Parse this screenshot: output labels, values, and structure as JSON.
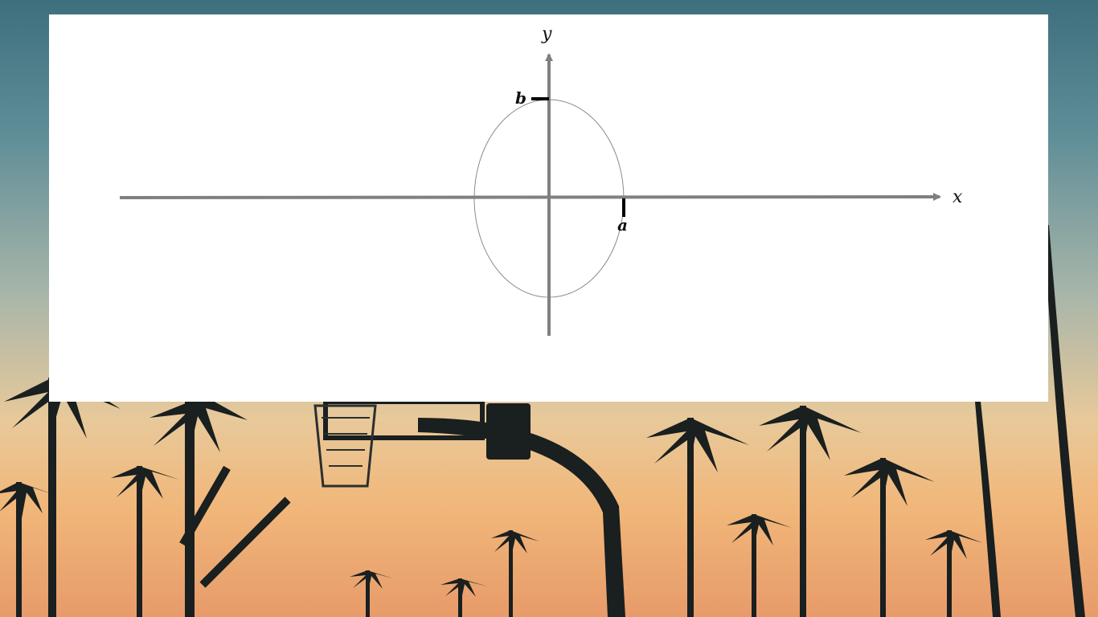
{
  "diagram": {
    "x_axis_label": "x",
    "y_axis_label": "y",
    "semi_axis_a_label": "a",
    "semi_axis_b_label": "b"
  },
  "colors": {
    "axis": "#808080",
    "ellipse": "#8a8a8a",
    "tick": "#000000",
    "slide_background": "#ffffff"
  }
}
